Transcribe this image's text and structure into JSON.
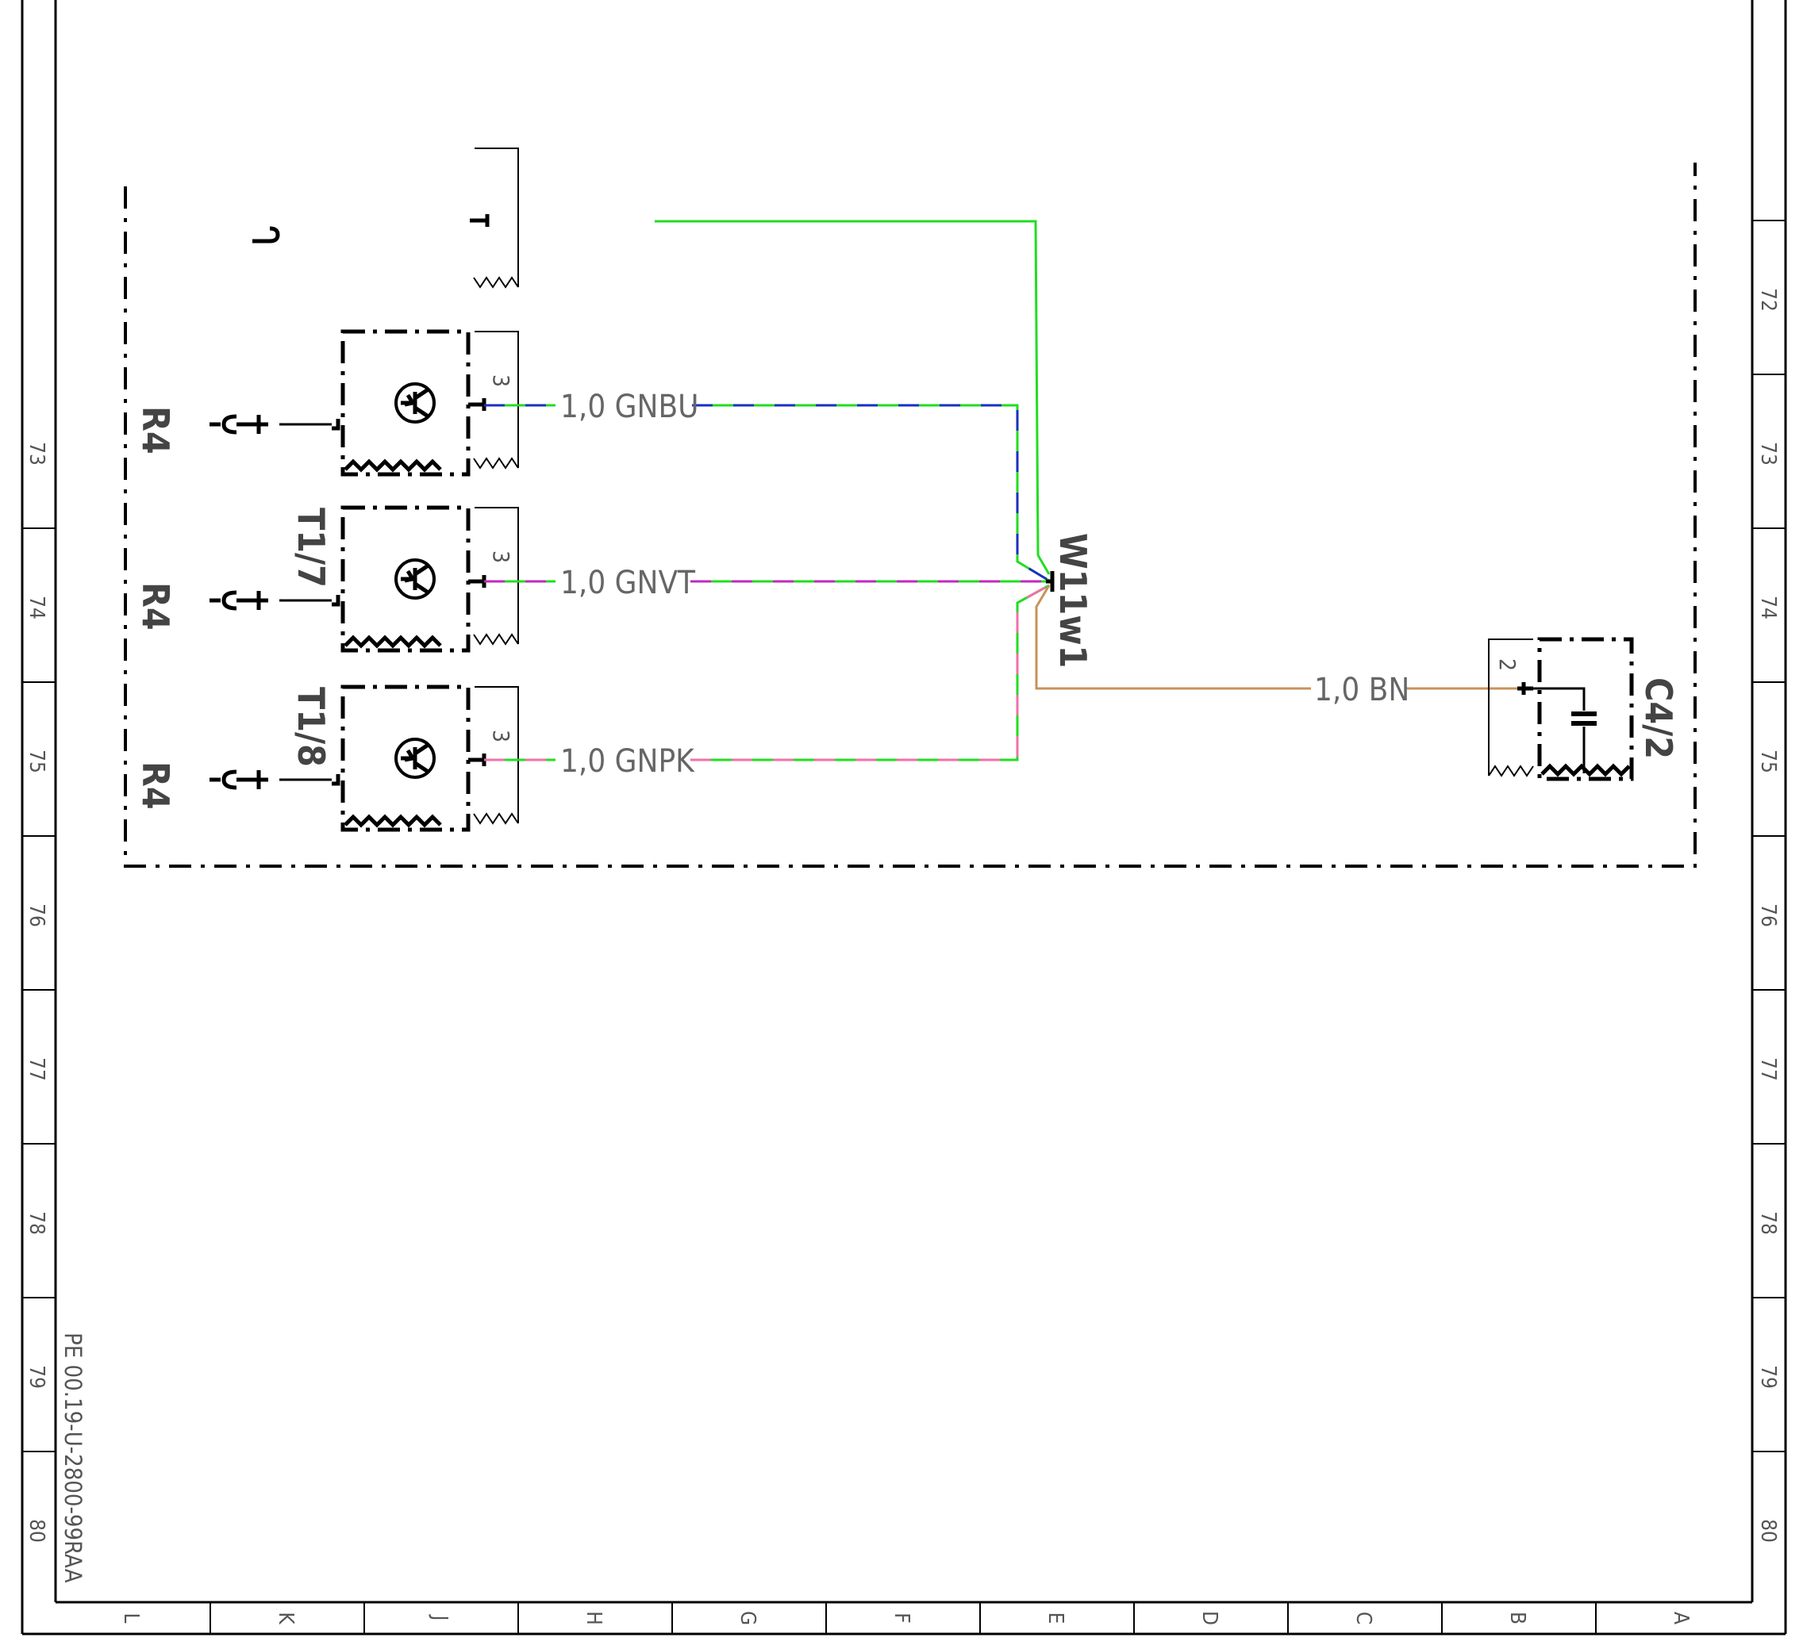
{
  "drawing": {
    "document_id": "PE 00.19-U-2800-99RAA",
    "row_labels": [
      "72",
      "73",
      "74",
      "75",
      "76",
      "77",
      "78",
      "79",
      "80"
    ],
    "left_row_labels": [
      "73",
      "74",
      "75",
      "76",
      "77",
      "78",
      "79",
      "80"
    ],
    "column_labels": [
      "L",
      "K",
      "J",
      "H",
      "G",
      "F",
      "E",
      "D",
      "C",
      "B",
      "A"
    ]
  },
  "components": {
    "sensor_1": {
      "ref": "",
      "pin": "3",
      "connector": "R4"
    },
    "sensor_2": {
      "ref": "T1/7",
      "pin": "3",
      "connector": "R4"
    },
    "sensor_3": {
      "ref": "T1/8",
      "pin": "3",
      "connector": "R4"
    },
    "capacitor": {
      "ref": "C4/2",
      "pin": "2"
    },
    "splice": {
      "ref": "W11w1"
    }
  },
  "wires": [
    {
      "label": "1,0 GNBU",
      "color_a": "#22dd22",
      "color_b": "#1a2fc0"
    },
    {
      "label": "1,0 GNVT",
      "color_a": "#22dd22",
      "color_b": "#c028c0"
    },
    {
      "label": "1,0 GNPK",
      "color_a": "#22dd22",
      "color_b": "#f070a8"
    },
    {
      "label": "1,0 BN",
      "color_a": "#c8925a",
      "color_b": "#c8925a"
    }
  ],
  "colors": {
    "green": "#22dd22",
    "blue": "#1a2fc0",
    "violet": "#c028c0",
    "pink": "#f070a8",
    "brown": "#c8925a"
  }
}
